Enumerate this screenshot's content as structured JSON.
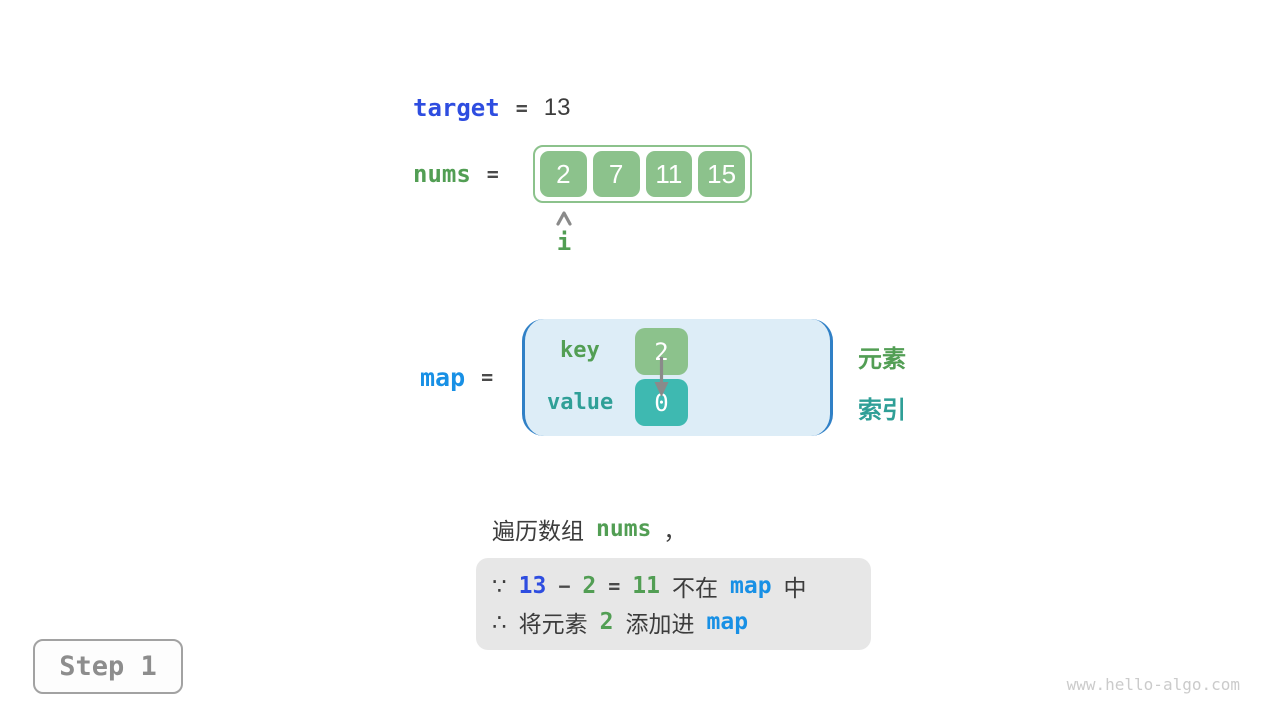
{
  "colors": {
    "royal_blue": "#2e4de0",
    "bright_blue": "#1890e5",
    "green": "#529e54",
    "teal": "#2f9f97",
    "cell_green": "#8cc28c",
    "cell_teal": "#3eb9b1",
    "map_fill": "#ddedf7",
    "map_border": "#3080c6",
    "text_dark": "#3c3c3c",
    "gray": "#8a8a8a",
    "note_bg": "#e7e7e7"
  },
  "target": {
    "name": "target",
    "eq": "=",
    "value": "13"
  },
  "nums": {
    "name": "nums",
    "eq": "=",
    "values": [
      "2",
      "7",
      "11",
      "15"
    ],
    "pointer": {
      "label": "i",
      "index": 0
    }
  },
  "map": {
    "name": "map",
    "eq": "=",
    "key_label": "key",
    "value_label": "value",
    "entry": {
      "key": "2",
      "value": "0"
    },
    "element_label": "元素",
    "index_label": "索引"
  },
  "caption": {
    "tokens": [
      {
        "text": "遍历数组",
        "style": "plain"
      },
      {
        "text": "nums",
        "style": "code-green"
      },
      {
        "text": "，",
        "style": "plain"
      }
    ]
  },
  "note": {
    "lines": [
      {
        "tokens": [
          {
            "text": "∵",
            "style": "plain"
          },
          {
            "text": "13",
            "style": "code-royal"
          },
          {
            "text": "−",
            "style": "op"
          },
          {
            "text": "2",
            "style": "code-green"
          },
          {
            "text": "=",
            "style": "op"
          },
          {
            "text": "11",
            "style": "code-green"
          },
          {
            "text": "不在",
            "style": "plain"
          },
          {
            "text": "map",
            "style": "code-blue"
          },
          {
            "text": "中",
            "style": "plain"
          }
        ]
      },
      {
        "tokens": [
          {
            "text": "∴",
            "style": "plain"
          },
          {
            "text": "将元素",
            "style": "plain"
          },
          {
            "text": "2",
            "style": "code-green"
          },
          {
            "text": "添加进",
            "style": "plain"
          },
          {
            "text": "map",
            "style": "code-blue"
          }
        ]
      }
    ]
  },
  "step": {
    "label": "Step 1"
  },
  "watermark": "www.hello-algo.com"
}
